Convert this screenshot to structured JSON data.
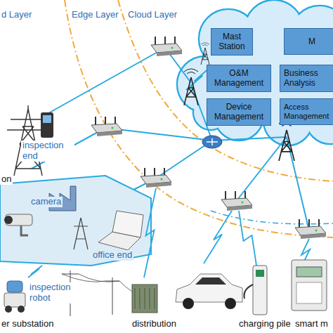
{
  "diagram": {
    "nodes": [
      {
        "text": [
          "Mast Station"
        ]
      },
      {
        "text": [
          "M"
        ]
      },
      {
        "text": [
          "O&M Management"
        ]
      },
      {
        "text": [
          "Business Analysis"
        ]
      },
      {
        "text": [
          "Device Management"
        ]
      },
      {
        "text": [
          "Access Management"
        ]
      }
    ],
    "labels": [
      "d Layer",
      "Edge Layer",
      "Cloud Layer",
      "inspection end",
      "on",
      "camera",
      "office end",
      "inspection robot",
      "er substation",
      "distribution",
      "charging pile",
      "smart m"
    ]
  }
}
